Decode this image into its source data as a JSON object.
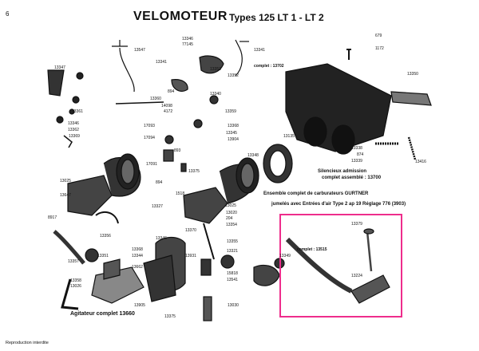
{
  "page_number": "6",
  "title": "VELOMOTEUR",
  "subtitle": "Types 125 LT 1 - LT 2",
  "captions": {
    "silencieux_line1": "Silencieux admission",
    "silencieux_line2": "complet assemblé : 13700",
    "ensemble": "Ensemble complet de carburateurs GURTNER",
    "jumeles": "jumelés avec Entrées d'air Type 2 ap 19 Réglage 776 (3903)",
    "agitateur": "Agitateur complet 13660",
    "complet_13702": "complet : 13702",
    "complet_13515": "complet : 13515",
    "footer": "Reproduction interdite"
  },
  "part_numbers": {
    "p13346": "13346",
    "p77145": "77145",
    "p13547": "13547",
    "p13341a": "13341",
    "p13341b": "13341",
    "p13347": "13347",
    "p13353": "13353",
    "p13352": "13352",
    "p13360": "13360",
    "p894a": "894",
    "p13340": "13340",
    "p14098": "14098",
    "p13359": "13359",
    "p4172": "4172",
    "p13361": "13361",
    "p13346b": "13346",
    "p13362": "13362",
    "p13369": "13369",
    "p17093": "17093",
    "p17094": "17094",
    "p13368": "13368",
    "p13345": "13345",
    "p13904": "13904",
    "p13135": "13135",
    "p893": "893",
    "p17091": "17091",
    "p13375": "13375",
    "p13348": "13348",
    "p13025": "13025",
    "p13647": "13647",
    "p894b": "894",
    "p1518": "1518",
    "p13346c": "13346",
    "p13327": "13327",
    "p13020": "13020",
    "p204": "204",
    "p13354": "13354",
    "p8917": "8917",
    "p13356": "13356",
    "p13370": "13370",
    "p13346d": "13346",
    "p13355": "13355",
    "p13351": "13351",
    "p13357": "13357",
    "p13368b": "13368",
    "p13344": "13344",
    "p13662": "13662",
    "p13931": "13931",
    "p13321": "13321",
    "p13358": "13358",
    "p13026": "13026",
    "p15818": "15818",
    "p13541": "13541",
    "p13905": "13905",
    "p13375b": "13375",
    "p13030": "13030",
    "p13338": "13338",
    "p874": "874",
    "p13339": "13339",
    "p13416": "13416",
    "p679": "679",
    "p1172": "1172",
    "p13350": "13350",
    "p13379": "13379",
    "p13224": "13224",
    "p13349": "13349",
    "p13025b": "13025"
  },
  "colors": {
    "highlight": "#ee2d8c",
    "ink": "#111111",
    "paper": "#ffffff"
  }
}
